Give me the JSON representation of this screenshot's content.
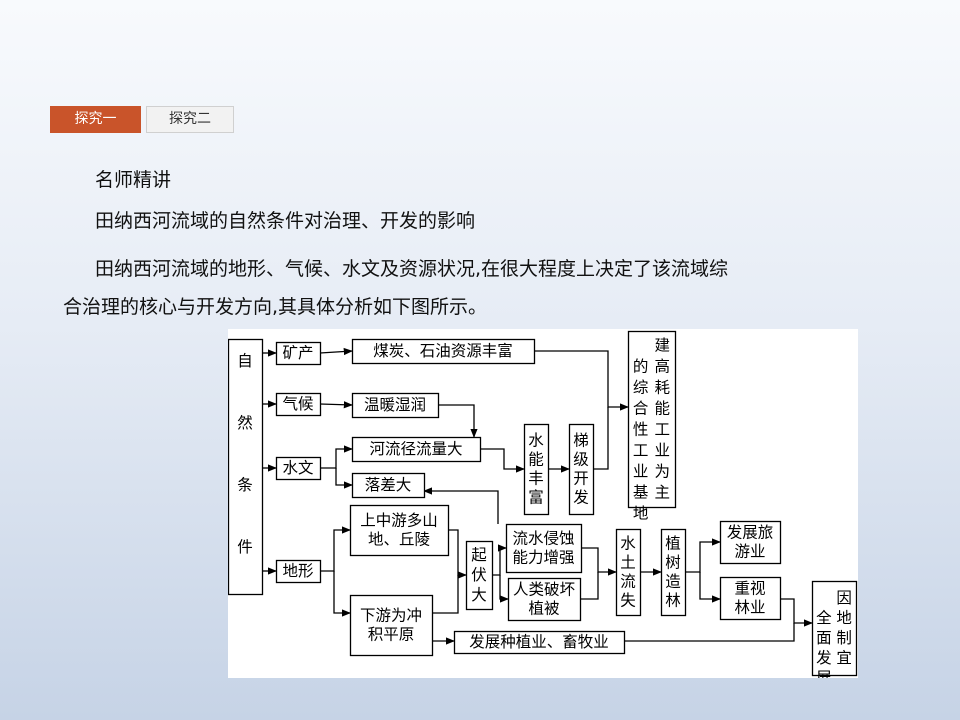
{
  "tabs": [
    {
      "label": "探究一",
      "active": true
    },
    {
      "label": "探究二",
      "active": false
    }
  ],
  "heading": "名师精讲",
  "subheading": "田纳西河流域的自然条件对治理、开发的影响",
  "paragraph": {
    "line1": "田纳西河流域的地形、气候、水文及资源状况,在很大程度上决定了该流域综",
    "line2": "合治理的核心与开发方向,其具体分析如下图所示。"
  },
  "colors": {
    "active_tab": "#c9542a",
    "box_border": "#000000"
  },
  "diagram": {
    "nodes": [
      {
        "id": "ziran",
        "label": "自然条件"
      },
      {
        "id": "kuangchan",
        "label": "矿产"
      },
      {
        "id": "qihou",
        "label": "气候"
      },
      {
        "id": "shuiwen",
        "label": "水文"
      },
      {
        "id": "dixing",
        "label": "地形"
      },
      {
        "id": "meitan",
        "label": "煤炭、石油资源丰富"
      },
      {
        "id": "wennuan",
        "label": "温暖湿润"
      },
      {
        "id": "jingliu",
        "label": "河流径流量大"
      },
      {
        "id": "luocha",
        "label": "落差大"
      },
      {
        "id": "shangzhong",
        "label": "上中游多山地、丘陵"
      },
      {
        "id": "xiayou",
        "label": "下游为冲积平原"
      },
      {
        "id": "shuineng",
        "label": "水能丰富"
      },
      {
        "id": "tiji",
        "label": "梯级开发"
      },
      {
        "id": "gaohaoneng",
        "label": "建高耗能工业为主的综合性工业基地"
      },
      {
        "id": "qifu",
        "label": "起伏大"
      },
      {
        "id": "qinshi",
        "label": "流水侵蚀能力增强"
      },
      {
        "id": "renlei",
        "label": "人类破坏植被"
      },
      {
        "id": "shuitu",
        "label": "水土流失"
      },
      {
        "id": "zhishu",
        "label": "植树造林"
      },
      {
        "id": "lvyou",
        "label": "发展旅游业"
      },
      {
        "id": "linye",
        "label": "重视林业"
      },
      {
        "id": "zhongzhi",
        "label": "发展种植业、畜牧业"
      },
      {
        "id": "yindi",
        "label": "因地制宜全面发展"
      }
    ]
  }
}
